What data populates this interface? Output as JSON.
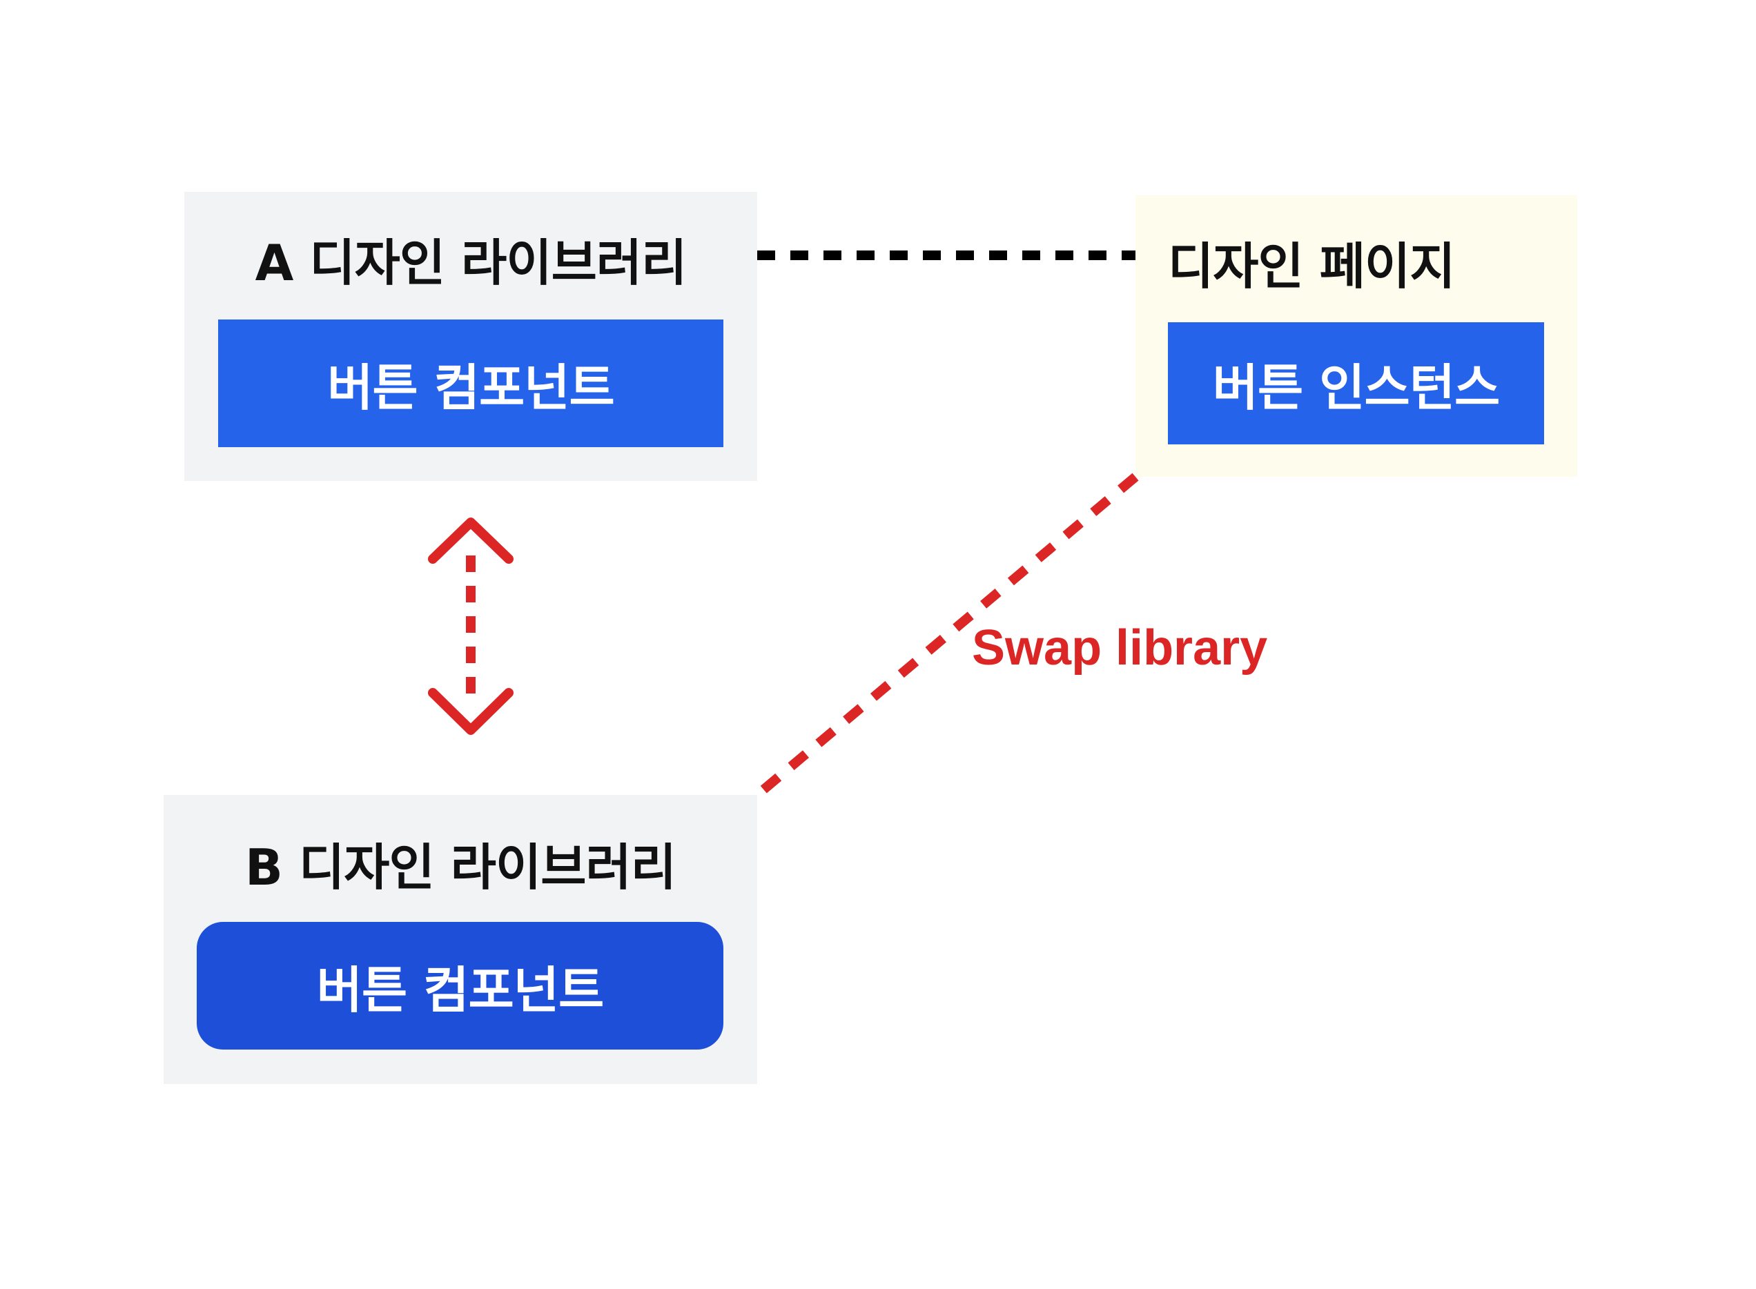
{
  "colors": {
    "panel_gray": "#F2F3F5",
    "panel_cream": "#FEFCEC",
    "button_blue": "#2663EB",
    "button_blue_dark": "#1E4FD8",
    "connector_black": "#000000",
    "connector_red": "#DC2626",
    "text_dark": "#111111"
  },
  "library_a": {
    "title": "A 디자인 라이브러리",
    "button_label": "버튼 컴포넌트"
  },
  "design_page": {
    "title": "디자인 페이지",
    "button_label": "버튼 인스턴스"
  },
  "library_b": {
    "title": "B 디자인 라이브러리",
    "button_label": "버튼 컴포넌트"
  },
  "swap": {
    "label": "Swap library"
  },
  "icons": {
    "arrow": "double-headed-arrow-icon"
  }
}
